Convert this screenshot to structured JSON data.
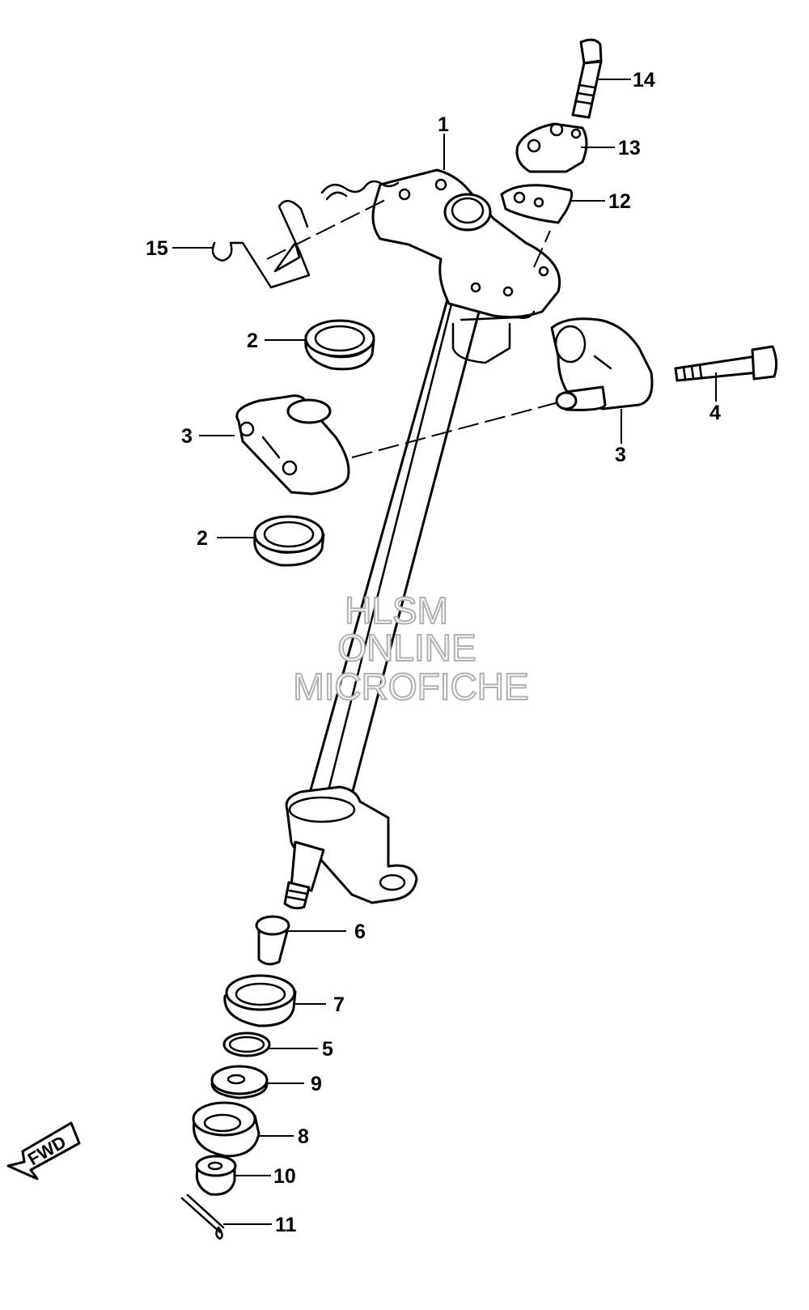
{
  "callouts": {
    "c1": "1",
    "c2a": "2",
    "c2b": "2",
    "c3a": "3",
    "c3b": "3",
    "c4": "4",
    "c5": "5",
    "c6": "6",
    "c7": "7",
    "c8": "8",
    "c9": "9",
    "c10": "10",
    "c11": "11",
    "c12": "12",
    "c13": "13",
    "c14": "14",
    "c15": "15"
  },
  "watermark": {
    "line1": "HLSM",
    "line2": "ONLINE",
    "line3": "MICROFICHE",
    "color": "#b0b0b0"
  },
  "fwd_label": "FWD",
  "colors": {
    "line": "#000000",
    "background": "#ffffff"
  }
}
